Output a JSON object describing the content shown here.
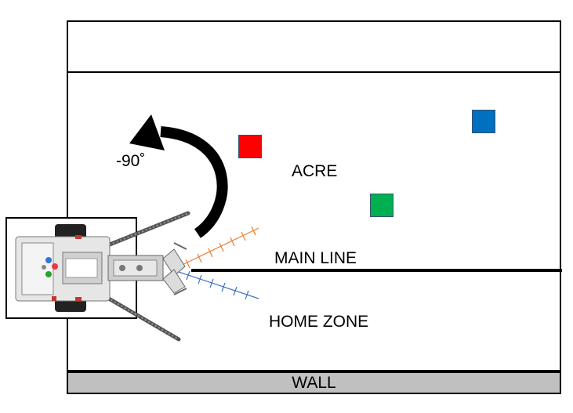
{
  "labels": {
    "turn_angle": "-90˚",
    "acre": "ACRE",
    "main_line": "MAIN LINE",
    "home_zone": "HOME ZONE",
    "wall": "WALL"
  },
  "colors": {
    "red_block": "#ff0000",
    "blue_block": "#0070c0",
    "green_block": "#00b050",
    "wall": "#c0c0c0",
    "sensor_upper": "#ed7d31",
    "sensor_lower": "#4472c4"
  },
  "icons": {
    "turn": "curved-arrow-counterclockwise",
    "robot": "lego-ev3-robot"
  }
}
